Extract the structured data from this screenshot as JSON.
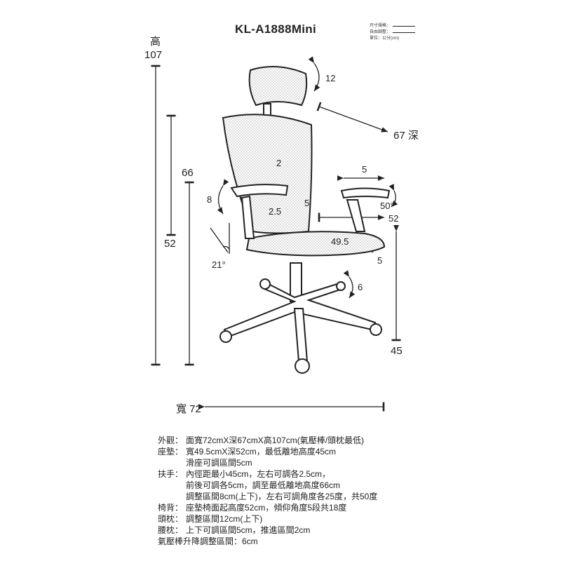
{
  "title": "KL-A1888Mini",
  "legend": {
    "items": [
      {
        "label": "尺寸規格："
      },
      {
        "label": "自由調整："
      },
      {
        "label": "單位：公分(cm)"
      }
    ]
  },
  "dimensions": {
    "height_label": "高",
    "height_total": "107",
    "armrest_height": "66",
    "seat_back_height": "52",
    "armrest_range": "8",
    "armrest_side": "2",
    "armrest_lr": "2.5",
    "backrest_range": "5",
    "headrest": "12",
    "depth": "67 深",
    "arm_front_back": "5",
    "arm_angle": "50°",
    "seat_depth": "52",
    "seat_width": "49.5",
    "seat_slide": "5",
    "gas_lift": "6",
    "seat_height": "45",
    "tilt": "21°",
    "width": "寬 72"
  },
  "specs": [
    {
      "label": "外觀：",
      "lines": [
        "面寬72cmX深67cmX高107cm(氣壓棒/頭枕最低)"
      ]
    },
    {
      "label": "座墊：",
      "lines": [
        "寬49.5cmX深52cm，最低離地高度45cm",
        "滑座可調區間5cm"
      ]
    },
    {
      "label": "扶手：",
      "lines": [
        "內徑距最小45cm，左右可調各2.5cm，",
        "前後可調各5cm，調至最低離地高度66cm",
        "調整區間8cm(上下)，左右可調角度各25度，共50度"
      ]
    },
    {
      "label": "椅背：",
      "lines": [
        "座墊椅面起高度52cm，傾仰角度5段共18度"
      ]
    },
    {
      "label": "頭枕：",
      "lines": [
        "調整區間12cm(上下)"
      ]
    },
    {
      "label": "腰枕：",
      "lines": [
        "上下可調區間5cm，推進區間2cm"
      ]
    },
    {
      "label": "",
      "lines": [
        "氣壓棒升降調整區間：6cm"
      ]
    }
  ]
}
